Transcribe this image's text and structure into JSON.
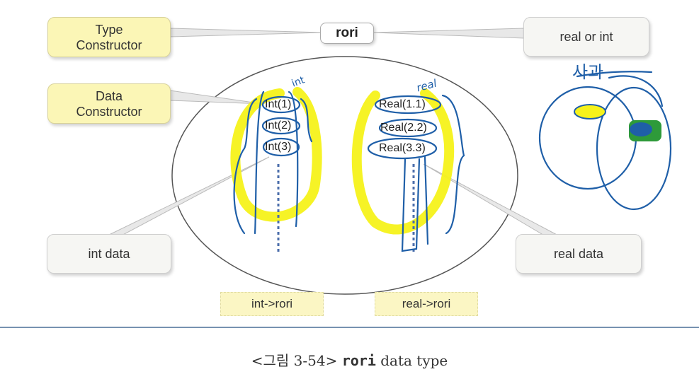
{
  "type_constructor_label": "Type\nConstructor",
  "data_constructor_label": "Data\nConstructor",
  "rori_label": "rori",
  "real_or_int_label": "real or int",
  "int_data_label": "int data",
  "real_data_label": "real data",
  "int_to_rori_label": "int->rori",
  "real_to_rori_label": "real->rori",
  "int_constructors": [
    "Int(1)",
    "Int(2)",
    "Int(3)"
  ],
  "real_constructors": [
    "Real(1.1)",
    "Real(2.2)",
    "Real(3.3)"
  ],
  "handwriting": {
    "int_note": "int",
    "real_note": "real",
    "korean_note": "사과"
  },
  "caption": {
    "prefix": "<그림 3-54> ",
    "bold": "rori",
    "suffix": " data type"
  },
  "colors": {
    "highlight": "#f6f21a",
    "ink": "#1f5fa8",
    "box_yellow": "#fbf6b6"
  }
}
